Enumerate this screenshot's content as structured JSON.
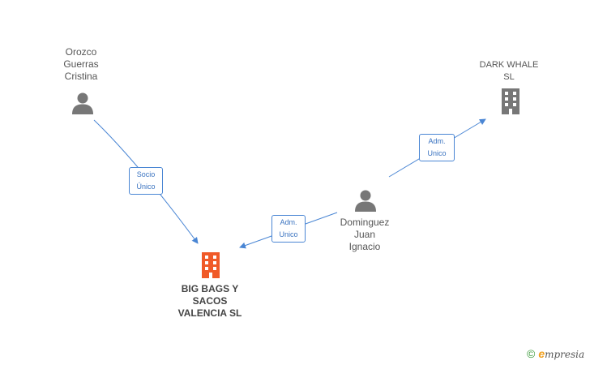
{
  "nodes": {
    "orozco": {
      "name_lines": [
        "Orozco",
        "Guerras",
        "Cristina"
      ],
      "type": "person"
    },
    "dark_whale": {
      "name_lines": [
        "DARK WHALE",
        "SL"
      ],
      "type": "company"
    },
    "dominguez": {
      "name_lines": [
        "Dominguez",
        "Juan",
        "Ignacio"
      ],
      "type": "person"
    },
    "big_bags": {
      "name_lines": [
        "BIG BAGS Y",
        "SACOS",
        "VALENCIA SL"
      ],
      "type": "company-main"
    }
  },
  "edges": {
    "orozco_to_bigbags": {
      "label_lines": [
        "Socio",
        "Único"
      ]
    },
    "dominguez_to_bigbags": {
      "label_lines": [
        "Adm.",
        "Unico"
      ]
    },
    "dominguez_to_darkwhale": {
      "label_lines": [
        "Adm.",
        "Unico"
      ]
    }
  },
  "footer": {
    "copyright": "©",
    "brand_initial": "e",
    "brand_rest": "mpresia"
  },
  "colors": {
    "edge": "#4a86d4",
    "person_icon": "#777777",
    "company_icon": "#777777",
    "main_company_icon": "#f05a28"
  }
}
